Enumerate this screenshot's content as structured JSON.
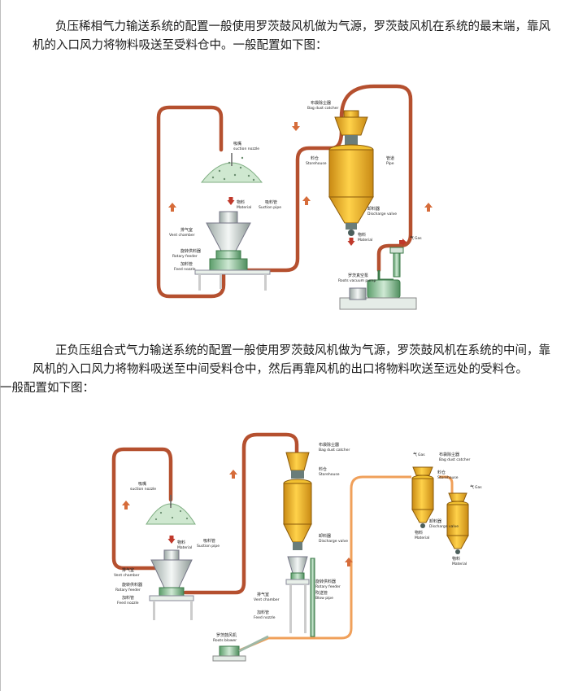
{
  "paragraph1": {
    "text": "负压稀相气力输送系统的配置一般使用罗茨鼓风机做为气源，罗茨鼓风机在系统的最末端，靠风机的入口风力将物料吸送至受料仓中。一般配置如下图："
  },
  "paragraph2": {
    "text": "正负压组合式气力输送系统的配置一般使用罗茨鼓风机做为气源，罗茨鼓风机在系统的中间，靠风机的入口风力将物料吸送至中间受料仓中，然后再靠风机的出口将物料吹送至远处的受料仓。",
    "tail": "一般配置如下图："
  },
  "diagram1": {
    "labels": {
      "suction_nozzle": {
        "cn": "吸嘴",
        "en": "suction nozzle"
      },
      "material": {
        "cn": "物料",
        "en": "Material"
      },
      "vent_chamber": {
        "cn": "排气室",
        "en": "Vent chamber"
      },
      "rotary_feeder": {
        "cn": "旋转供料器",
        "en": "Rotary feeder"
      },
      "feed_nozzle": {
        "cn": "加料管",
        "en": "Feed nozzle"
      },
      "suction_pipe": {
        "cn": "吸料管",
        "en": "Suction pipe"
      },
      "bag_dust_catcher": {
        "cn": "布袋除尘器",
        "en": "Bag dust catcher"
      },
      "storehouse": {
        "cn": "料仓",
        "en": "Storehouse"
      },
      "pipe": {
        "cn": "管道",
        "en": "Pipe"
      },
      "discharge_valve": {
        "cn": "卸料器",
        "en": "Discharge valve"
      },
      "material_out": {
        "cn": "物料",
        "en": "Material"
      },
      "gas": {
        "cn": "气",
        "en": "Gas"
      },
      "roots_pump": {
        "cn": "罗茨真空泵",
        "en": "Roots vacuum pump"
      }
    }
  },
  "diagram2": {
    "labels": {
      "suction_nozzle": {
        "cn": "吸嘴",
        "en": "suction nozzle"
      },
      "material": {
        "cn": "物料",
        "en": "Material"
      },
      "vent_chamber": {
        "cn": "排气室",
        "en": "Vent chamber"
      },
      "rotary_feeder": {
        "cn": "旋转供料器",
        "en": "Rotary feeder"
      },
      "feed_nozzle": {
        "cn": "加料管",
        "en": "Feed nozzle"
      },
      "suction_pipe": {
        "cn": "吸料管",
        "en": "Suction pipe"
      },
      "bag_dust_catcher": {
        "cn": "布袋除尘器",
        "en": "Bag dust catcher"
      },
      "storehouse": {
        "cn": "料仓",
        "en": "Storehouse"
      },
      "discharge_valve": {
        "cn": "卸料器",
        "en": "Discharge valve"
      },
      "rotary_feeder_mid": {
        "cn": "旋转供料器",
        "en": "Rotary feeder"
      },
      "blow_pipe": {
        "cn": "吹送管",
        "en": "Blow pipe"
      },
      "vent_chamber_mid": {
        "cn": "排气室",
        "en": "Vent chamber"
      },
      "feed_nozzle_mid": {
        "cn": "加料管",
        "en": "Feed nozzle"
      },
      "roots_blower": {
        "cn": "罗茨鼓风机",
        "en": "Roots blower"
      },
      "gas_right": {
        "cn": "气",
        "en": "Gas"
      },
      "bag_dust_catcher_right": {
        "cn": "布袋除尘器",
        "en": "Bag dust catcher"
      },
      "storehouse_right": {
        "cn": "料仓",
        "en": "Storehouse"
      },
      "gas_right2": {
        "cn": "气",
        "en": "Gas"
      },
      "discharge_valve_right": {
        "cn": "卸料器",
        "en": "Discharge valve"
      },
      "material_right1": {
        "cn": "物料",
        "en": "Material"
      },
      "material_right2": {
        "cn": "物料",
        "en": "Material"
      }
    }
  }
}
